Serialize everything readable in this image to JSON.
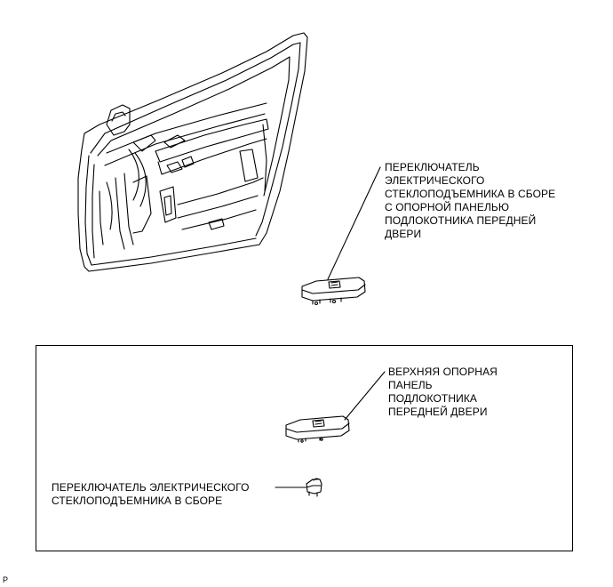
{
  "labels": {
    "assembly": {
      "lines": [
        "ПЕРЕКЛЮЧАТЕЛЬ",
        "ЭЛЕКТРИЧЕСКОГО",
        "СТЕКЛОПОДЪЕМНИКА В СБОРЕ",
        "С ОПОРНОЙ ПАНЕЛЬЮ",
        "ПОДЛОКОТНИКА ПЕРЕДНЕЙ",
        "ДВЕРИ"
      ]
    },
    "upper_panel": {
      "lines": [
        "ВЕРХНЯЯ ОПОРНАЯ",
        "ПАНЕЛЬ",
        "ПОДЛОКОТНИКА",
        "ПЕРЕДНЕЙ ДВЕРИ"
      ]
    },
    "switch": {
      "lines": [
        "ПЕРЕКЛЮЧАТЕЛЬ ЭЛЕКТРИЧЕСКОГО",
        "СТЕКЛОПОДЪЕМНИКА В СБОРЕ"
      ]
    }
  },
  "corner_code": "P"
}
